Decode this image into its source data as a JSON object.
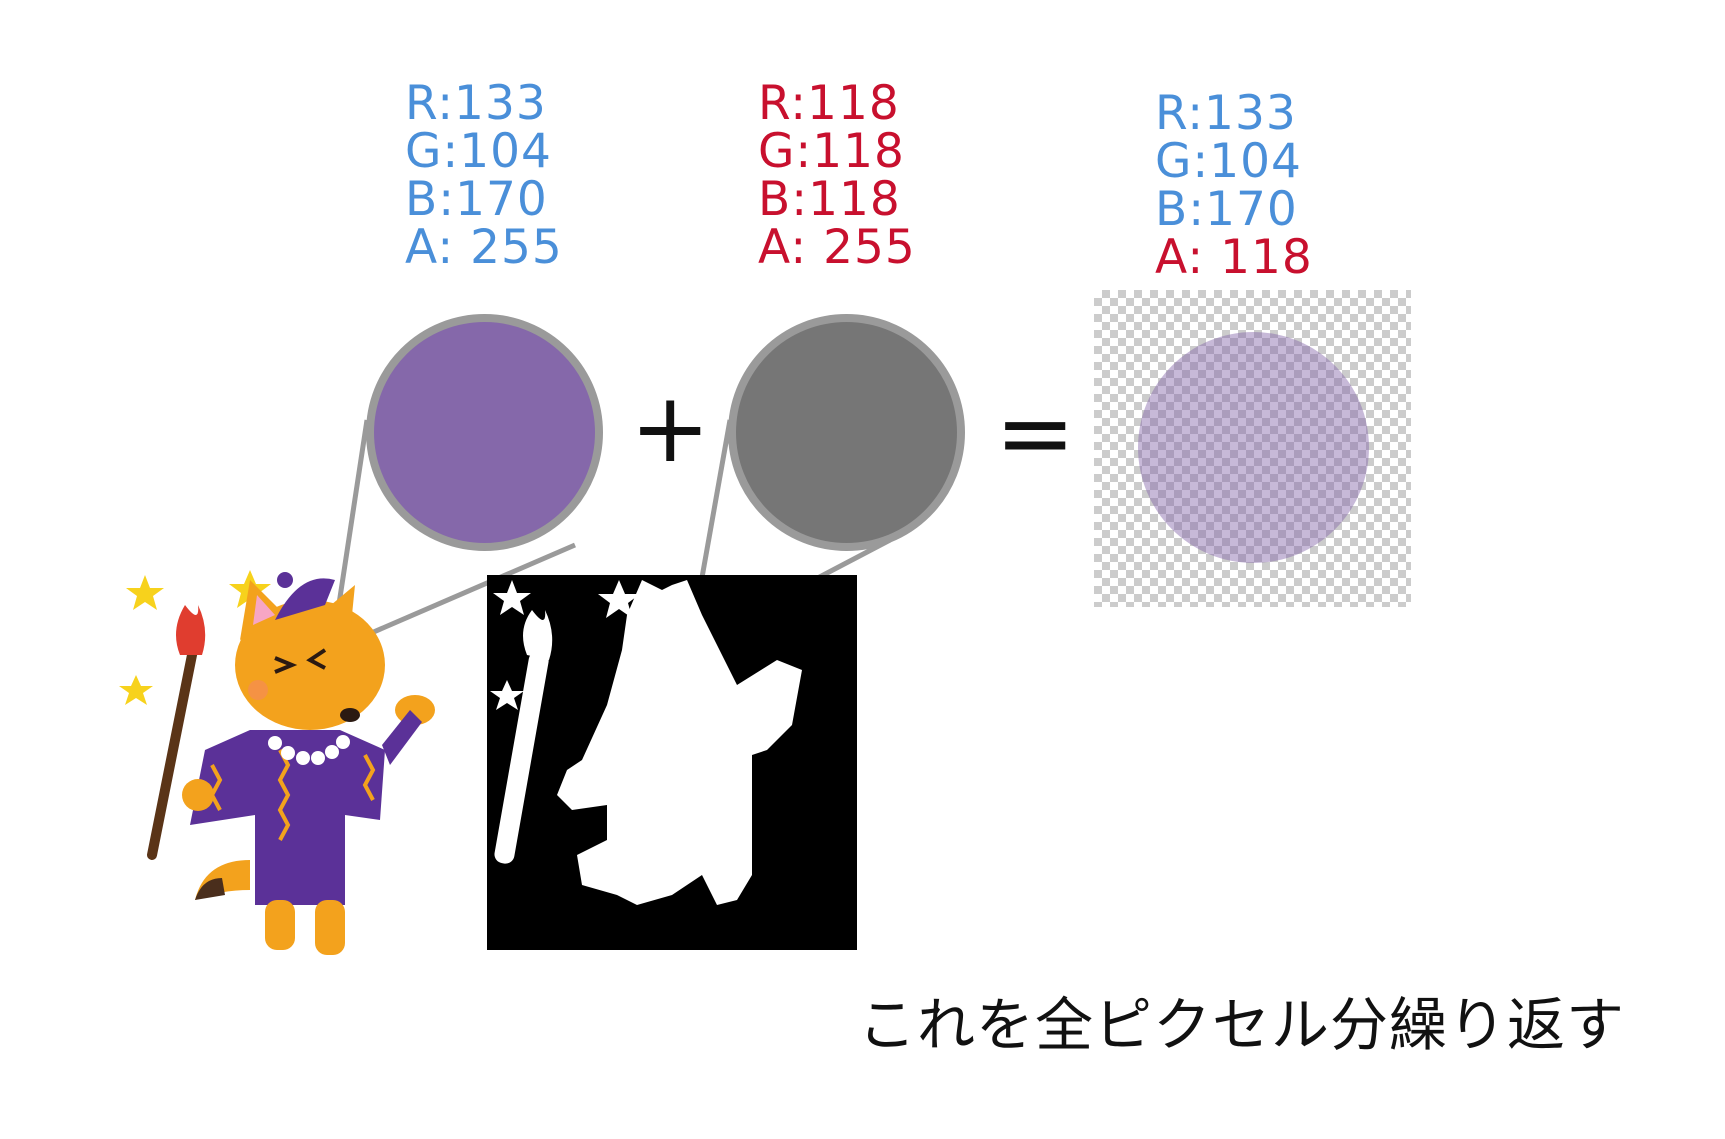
{
  "colors": {
    "rgb_label": "#4a8fd9",
    "alpha_label": "#c8102e",
    "source_fill": "#8568aa",
    "mask_fill": "#767676",
    "result_fill": "#8568aa",
    "result_alpha": 0.4627,
    "ring": "#9a9a9a"
  },
  "source": {
    "r": "R:133",
    "g": "G:104",
    "b": "B:170",
    "a": "A: 255"
  },
  "mask": {
    "r": "R:118",
    "g": "G:118",
    "b": "B:118",
    "a": "A: 255"
  },
  "result": {
    "r": "R:133",
    "g": "G:104",
    "b": "B:170",
    "a": "A: 118"
  },
  "operators": {
    "plus": "+",
    "equals": "="
  },
  "caption": "これを全ピクセル分繰り返す",
  "icons": {
    "source_image": "fox-wizard-illustration",
    "mask_image": "fox-wizard-silhouette-mask"
  }
}
